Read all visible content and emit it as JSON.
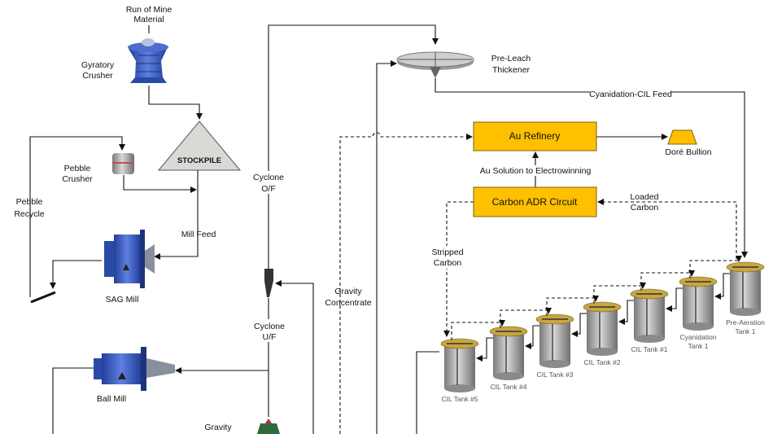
{
  "colors": {
    "box_fill": "#FFC000",
    "box_stroke": "#7f6000",
    "crusher_blue": "#3d5fc4",
    "tank_gray": "#a9a9a9",
    "tank_top": "#c8a640",
    "stockpile_fill": "#d9dad6"
  },
  "feed": {
    "line1": "Run of Mine",
    "line2": "Material"
  },
  "gyratory": {
    "line1": "Gyratory",
    "line2": "Crusher"
  },
  "stockpile": {
    "label": "STOCKPILE"
  },
  "pebble_crusher": {
    "line1": "Pebble",
    "line2": "Crusher"
  },
  "pebble_recycle": {
    "line1": "Pebble",
    "line2": "Recycle"
  },
  "mill_feed": "Mill Feed",
  "sag_mill": "SAG Mill",
  "ball_mill": "Ball Mill",
  "cyclone_of": {
    "line1": "Cyclone",
    "line2": "O/F"
  },
  "cyclone_uf": {
    "line1": "Cyclone",
    "line2": "U/F"
  },
  "gravity": "Gravity",
  "gravity_concentrate": {
    "line1": "Gravity",
    "line2": "Concentrate"
  },
  "thickener": {
    "line1": "Pre-Leach",
    "line2": "Thickener"
  },
  "cil_feed": "Cyanidation-CIL Feed",
  "au_refinery": "Au Refinery",
  "dore": "Doré Bullion",
  "au_solution": "Au Solution to Electrowinning",
  "carbon_adr": "Carbon ADR Circuit",
  "loaded_carbon": {
    "line1": "Loaded",
    "line2": "Carbon"
  },
  "stripped_carbon": {
    "line1": "Stripped",
    "line2": "Carbon"
  },
  "tanks": [
    {
      "line1": "CIL Tank #5",
      "line2": ""
    },
    {
      "line1": "CIL Tank #4",
      "line2": ""
    },
    {
      "line1": "CIL Tank #3",
      "line2": ""
    },
    {
      "line1": "CIL Tank #2",
      "line2": ""
    },
    {
      "line1": "CIL Tank #1",
      "line2": ""
    },
    {
      "line1": "Cyanidation",
      "line2": "Tank 1"
    },
    {
      "line1": "Pre-Aeration",
      "line2": "Tank 1"
    }
  ]
}
